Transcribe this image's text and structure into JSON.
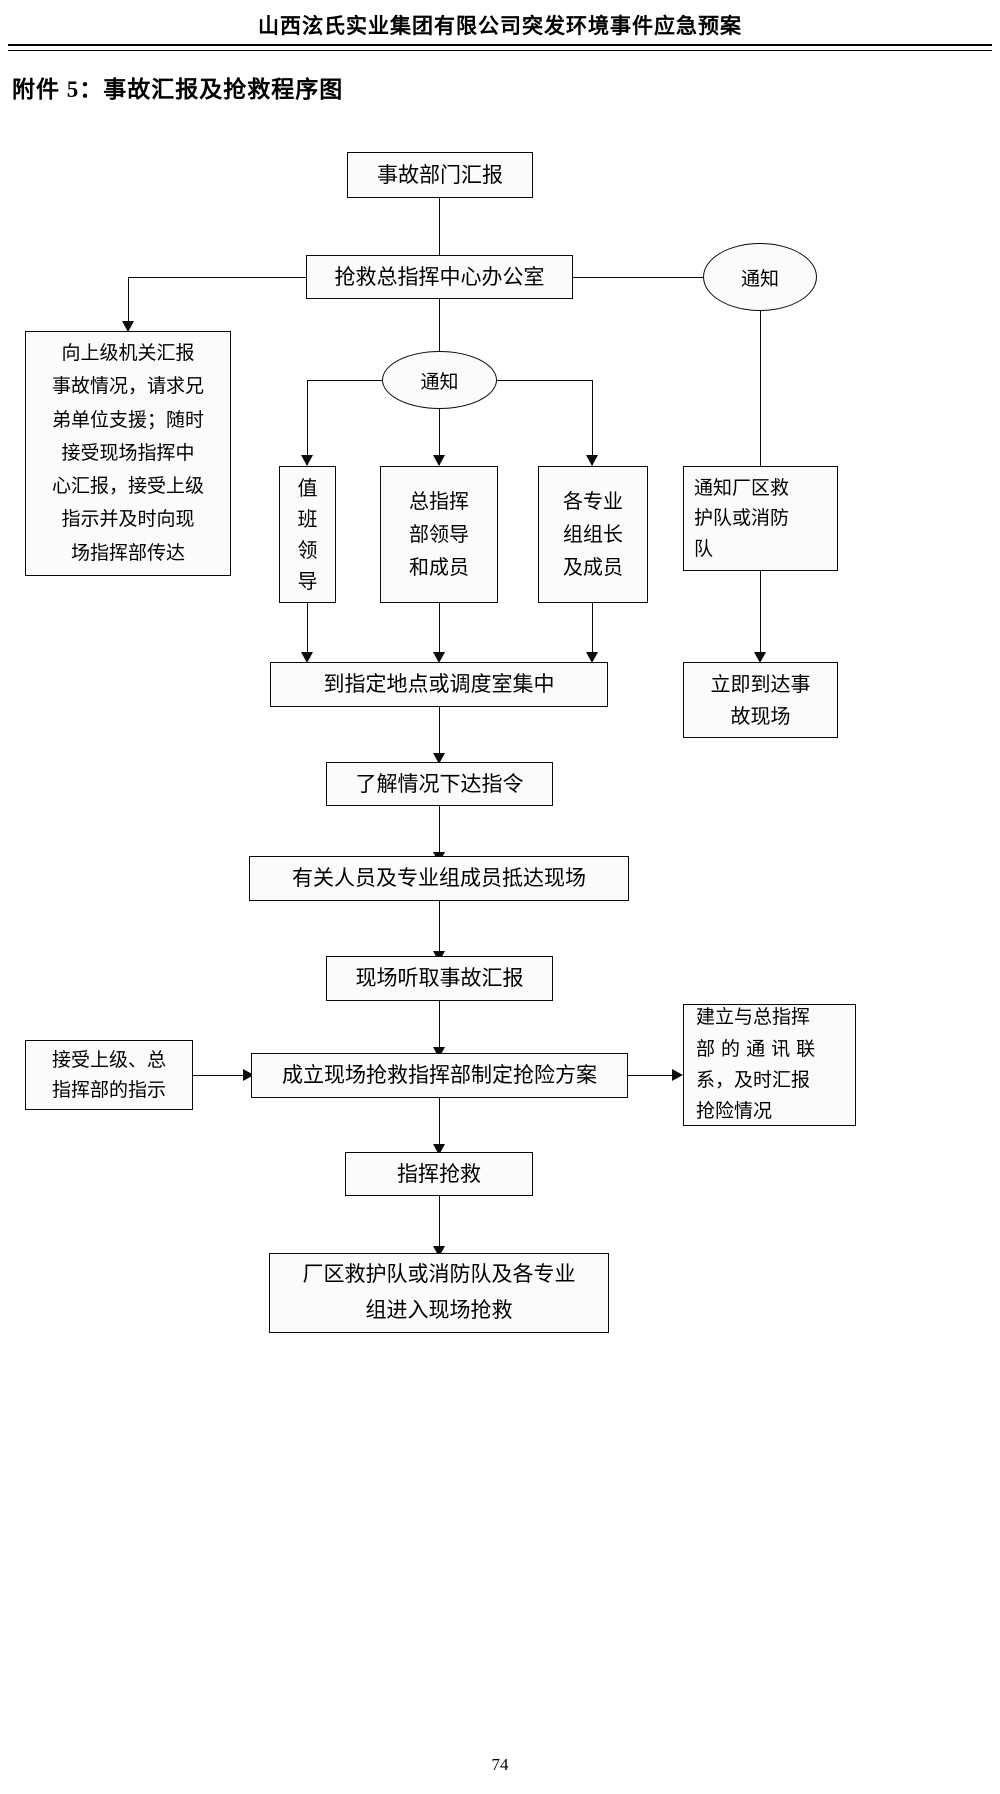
{
  "header": {
    "running_title": "山西泫氏实业集团有限公司突发环境事件应急预案",
    "page_number": "74"
  },
  "document": {
    "title": "附件 5：事故汇报及抢救程序图"
  },
  "flowchart": {
    "type": "flowchart",
    "nodes": [
      {
        "id": "n1",
        "shape": "rect",
        "label": "事故部门汇报"
      },
      {
        "id": "n2",
        "shape": "rect",
        "label": "抢救总指挥中心办公室"
      },
      {
        "id": "n3",
        "shape": "ellipse",
        "label": "通知"
      },
      {
        "id": "n4",
        "shape": "rect",
        "label": "向上级机关汇报事故情况，请求兄弟单位支援；随时接受现场指挥中心汇报，接受上级指示并及时向现场指挥部传达"
      },
      {
        "id": "n5",
        "shape": "ellipse",
        "label": "通知"
      },
      {
        "id": "n6",
        "shape": "rect",
        "label": "值班领导"
      },
      {
        "id": "n7",
        "shape": "rect",
        "label": "总指挥部领导和成员"
      },
      {
        "id": "n8",
        "shape": "rect",
        "label": "各专业组组长及成员"
      },
      {
        "id": "n9",
        "shape": "rect",
        "label": "通知厂区救护队或消防队"
      },
      {
        "id": "n10",
        "shape": "rect",
        "label": "到指定地点或调度室集中"
      },
      {
        "id": "n11",
        "shape": "rect",
        "label": "立即到达事故现场"
      },
      {
        "id": "n12",
        "shape": "rect",
        "label": "了解情况下达指令"
      },
      {
        "id": "n13",
        "shape": "rect",
        "label": "有关人员及专业组成员抵达现场"
      },
      {
        "id": "n14",
        "shape": "rect",
        "label": "现场听取事故汇报"
      },
      {
        "id": "n15",
        "shape": "rect",
        "label": "接受上级、总指挥部的指示"
      },
      {
        "id": "n16",
        "shape": "rect",
        "label": "成立现场抢救指挥部制定抢险方案"
      },
      {
        "id": "n17",
        "shape": "rect",
        "label": "建立与总指挥部的通讯联系，及时汇报抢险情况"
      },
      {
        "id": "n18",
        "shape": "rect",
        "label": "指挥抢救"
      },
      {
        "id": "n19",
        "shape": "rect",
        "label": "厂区救护队或消防队及各专业组进入现场抢救"
      }
    ],
    "node_text": {
      "n1": "事故部门汇报",
      "n2": "抢救总指挥中心办公室",
      "n3": "通知",
      "n4": "向上级机关汇报\n事故情况，请求兄\n弟单位支援；随时\n接受现场指挥中\n心汇报，接受上级\n指示并及时向现\n场指挥部传达",
      "n5": "通知",
      "n6": "值\n班\n领\n导",
      "n7": "总指挥\n部领导\n和成员",
      "n8": "各专业\n组组长\n及成员",
      "n9": "通知厂区救\n护队或消防\n队",
      "n10": "到指定地点或调度室集中",
      "n11": "立即到达事\n故现场",
      "n12": "了解情况下达指令",
      "n13": "有关人员及专业组成员抵达现场",
      "n14": "现场听取事故汇报",
      "n15": "接受上级、总\n指挥部的指示",
      "n16": "成立现场抢救指挥部制定抢险方案",
      "n17": "建立与总指挥\n部 的 通 讯 联\n系，及时汇报\n抢险情况",
      "n18": "指挥抢救",
      "n19": "厂区救护队或消防队及各专业\n组进入现场抢救"
    },
    "edges": [
      {
        "from": "n1",
        "to": "n2"
      },
      {
        "from": "n2",
        "to": "n3"
      },
      {
        "from": "n2",
        "to": "n4"
      },
      {
        "from": "n2",
        "to": "n5"
      },
      {
        "from": "n3",
        "to": "n9"
      },
      {
        "from": "n5",
        "to": "n6"
      },
      {
        "from": "n5",
        "to": "n7"
      },
      {
        "from": "n5",
        "to": "n8"
      },
      {
        "from": "n6",
        "to": "n10"
      },
      {
        "from": "n7",
        "to": "n10"
      },
      {
        "from": "n8",
        "to": "n10"
      },
      {
        "from": "n9",
        "to": "n11"
      },
      {
        "from": "n10",
        "to": "n12"
      },
      {
        "from": "n12",
        "to": "n13"
      },
      {
        "from": "n13",
        "to": "n14"
      },
      {
        "from": "n14",
        "to": "n16"
      },
      {
        "from": "n15",
        "to": "n16"
      },
      {
        "from": "n16",
        "to": "n17"
      },
      {
        "from": "n16",
        "to": "n18"
      },
      {
        "from": "n18",
        "to": "n19"
      }
    ],
    "colors": {
      "stroke": "#0b0b0b",
      "fill": "#fbfbfb",
      "text": "#000000",
      "background": "#ffffff"
    }
  }
}
